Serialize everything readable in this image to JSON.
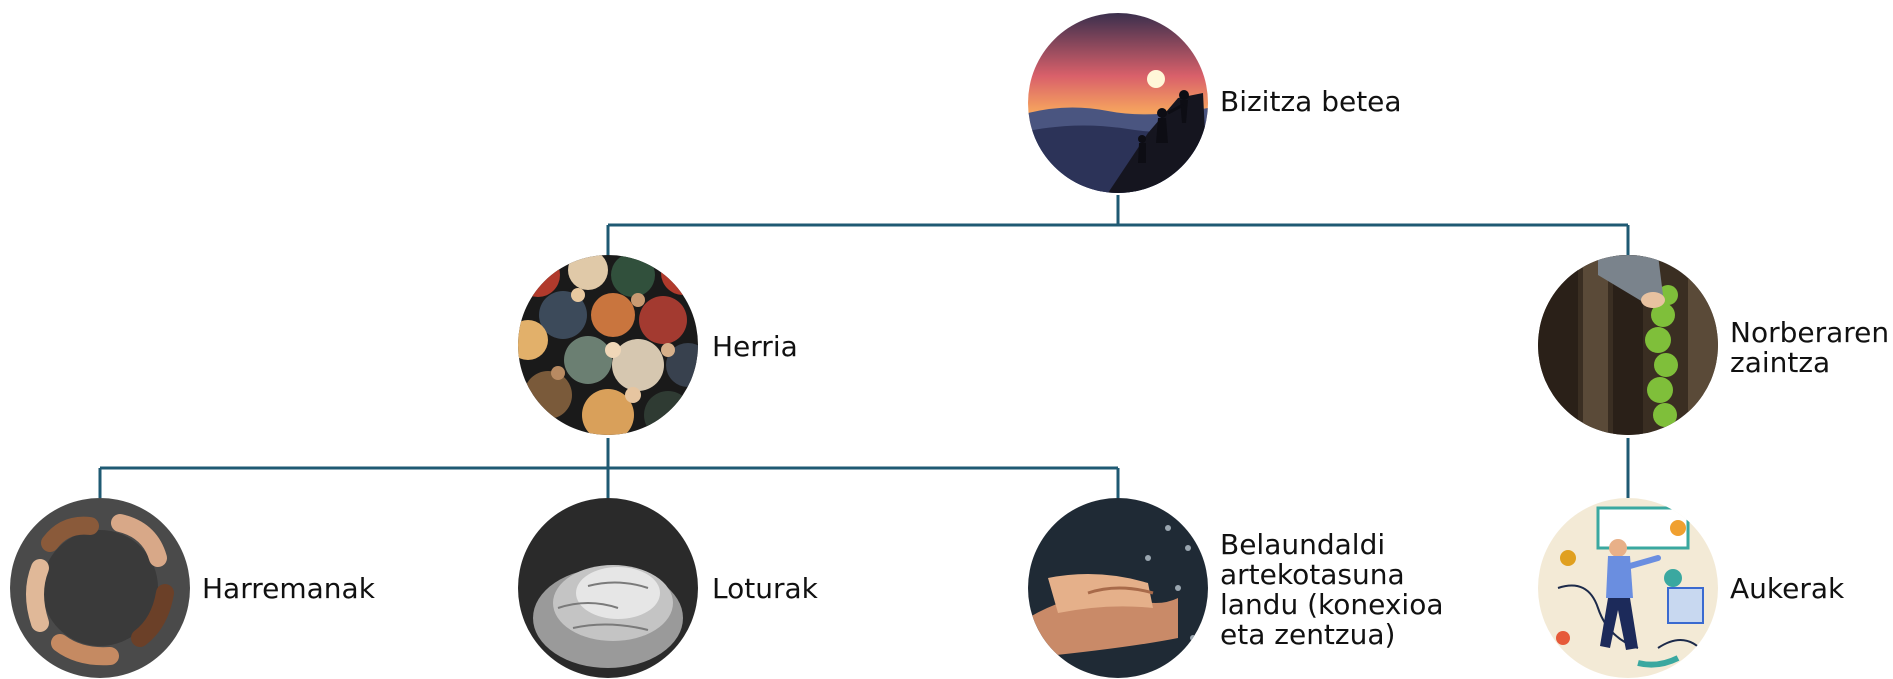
{
  "diagram": {
    "connector_color": "#1f5a73",
    "root": {
      "label": "Bizitza betea",
      "image": "sunset-climbers-silhouette-image"
    },
    "level2": {
      "herria": {
        "label": "Herria",
        "image": "diverse-crowd-illustration-image"
      },
      "norberaren_zaintza": {
        "label": "Norberaren\nzaintza",
        "image": "hands-planting-garden-image"
      }
    },
    "level3": {
      "harremanak": {
        "label": "Harremanak",
        "image": "hands-forming-circle-image"
      },
      "loturak": {
        "label": "Loturak",
        "image": "stacked-hands-bw-image"
      },
      "belaunaldi": {
        "label": "Belaundaldi\nartekotasuna\nlandu (konexioa\neta zentzua)",
        "image": "elderly-holding-hands-image"
      },
      "aukerak": {
        "label": "Aukerak",
        "image": "choices-illustration-image"
      }
    }
  }
}
